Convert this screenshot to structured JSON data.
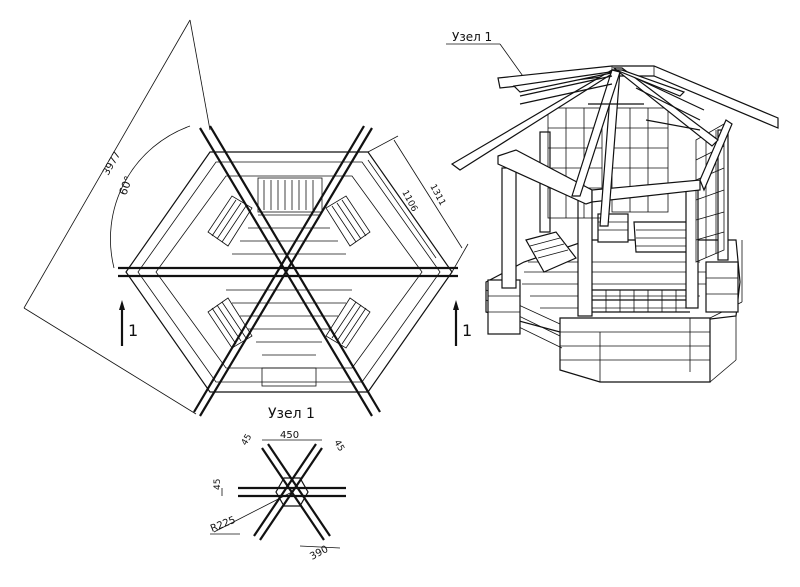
{
  "labels": {
    "node_title": "Узел 1",
    "node_callout": "Узел 1",
    "section_left": "1",
    "section_right": "1",
    "dim_diagonal": "3977",
    "dim_angle": "60°",
    "dim_outer": "1311",
    "dim_inner": "1106",
    "dim_top": "450",
    "dim_left_small": "45",
    "dim_right_small": "45",
    "dim_side": "45",
    "dim_radius": "R225",
    "dim_bottom": "390"
  }
}
